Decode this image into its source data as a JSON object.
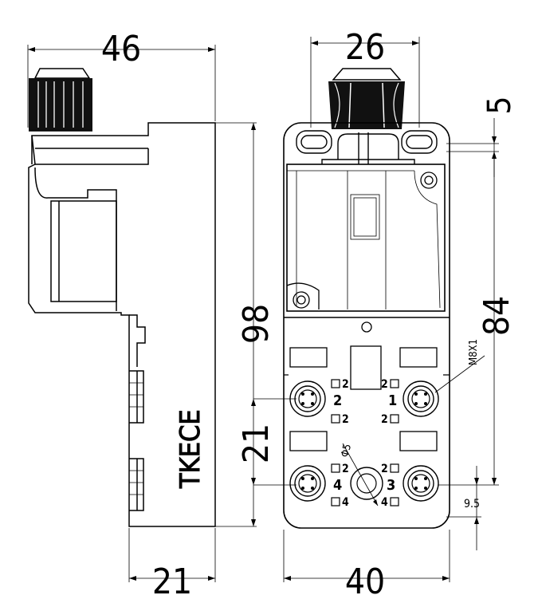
{
  "dimensions": {
    "top_left_width": "46",
    "top_right_width": "26",
    "hole_offset": "5",
    "overall_height": "98",
    "mounting_spacing": "84",
    "lower_height": "21",
    "bottom_left_width": "21",
    "bottom_right_width": "40",
    "port_pitch": "9.5",
    "center_hole": "Φ5"
  },
  "labels": {
    "brand": "TKECE",
    "thread": "M8X1"
  },
  "port_numbers": {
    "left_upper": "2",
    "right_upper": "1",
    "left_lower": "4",
    "right_lower": "3",
    "c_ul_a": "2",
    "c_ul_b": "2",
    "c_ur_a": "2",
    "c_ur_b": "2",
    "c_ll_a": "2",
    "c_ll_b": "4",
    "c_lr_a": "2",
    "c_lr_b": "4"
  }
}
